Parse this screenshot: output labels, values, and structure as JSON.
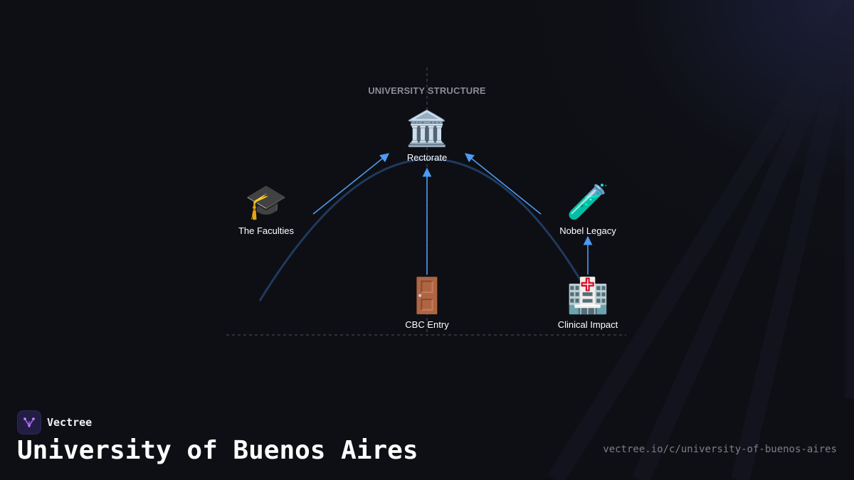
{
  "diagram": {
    "title": "UNIVERSITY STRUCTURE",
    "nodes": [
      {
        "id": "rectorate",
        "label": "Rectorate",
        "icon": "classical-building-icon",
        "glyph": "🏛️"
      },
      {
        "id": "faculties",
        "label": "The Faculties",
        "icon": "graduation-cap-icon",
        "glyph": "🎓"
      },
      {
        "id": "nobel",
        "label": "Nobel Legacy",
        "icon": "test-tube-icon",
        "glyph": "🧪"
      },
      {
        "id": "cbc",
        "label": "CBC Entry",
        "icon": "door-icon",
        "glyph": "🚪"
      },
      {
        "id": "clinical",
        "label": "Clinical Impact",
        "icon": "hospital-icon",
        "glyph": "🏥"
      }
    ],
    "edges": [
      {
        "from": "faculties",
        "to": "rectorate"
      },
      {
        "from": "nobel",
        "to": "rectorate"
      },
      {
        "from": "cbc",
        "to": "rectorate"
      },
      {
        "from": "clinical",
        "to": "nobel"
      }
    ],
    "colors": {
      "arrow": "#4c9bf5",
      "arc": "#1f3a5f",
      "guide": "#3a3d46"
    }
  },
  "footer": {
    "brand": "Vectree",
    "brand_icon": "vectree-logo-icon",
    "title": "University of Buenos Aires",
    "url": "vectree.io/c/university-of-buenos-aires"
  },
  "colors": {
    "background": "#0e0f14",
    "brand_purple": "#a25ce8"
  }
}
